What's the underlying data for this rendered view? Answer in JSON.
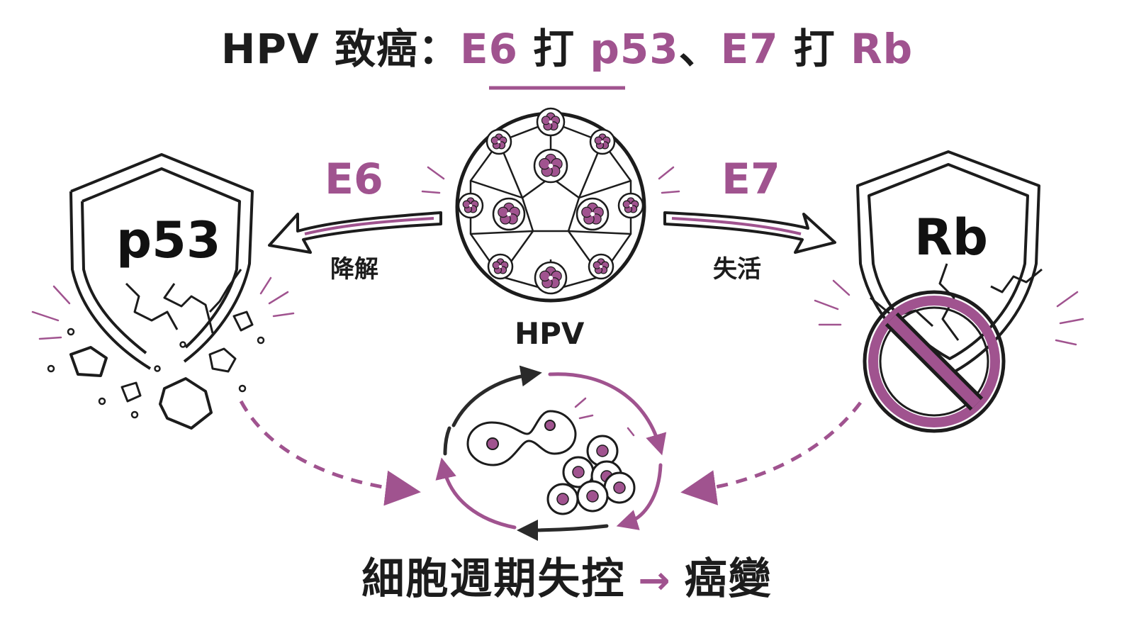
{
  "title": {
    "part1": "HPV 致癌：",
    "e6": "E6",
    "hit1": " 打 ",
    "p53": "p53",
    "sep": "、",
    "e7": "E7",
    "hit2": " 打 ",
    "rb": "Rb"
  },
  "left_pathway": {
    "protein": "E6",
    "action": "降解",
    "target": "p53"
  },
  "right_pathway": {
    "protein": "E7",
    "action": "失活",
    "target": "Rb"
  },
  "virus": {
    "label": "HPV"
  },
  "outcome": {
    "text": "細胞週期失控",
    "arrow": "→",
    "result": "癌變"
  },
  "colors": {
    "accent": "#a0538f",
    "ink": "#1c1c1c",
    "background": "#ffffff"
  },
  "icons": [
    "virus-capsid-icon",
    "broken-shield-icon",
    "prohibition-icon",
    "cell-division-icon",
    "cell-cluster-icon"
  ]
}
